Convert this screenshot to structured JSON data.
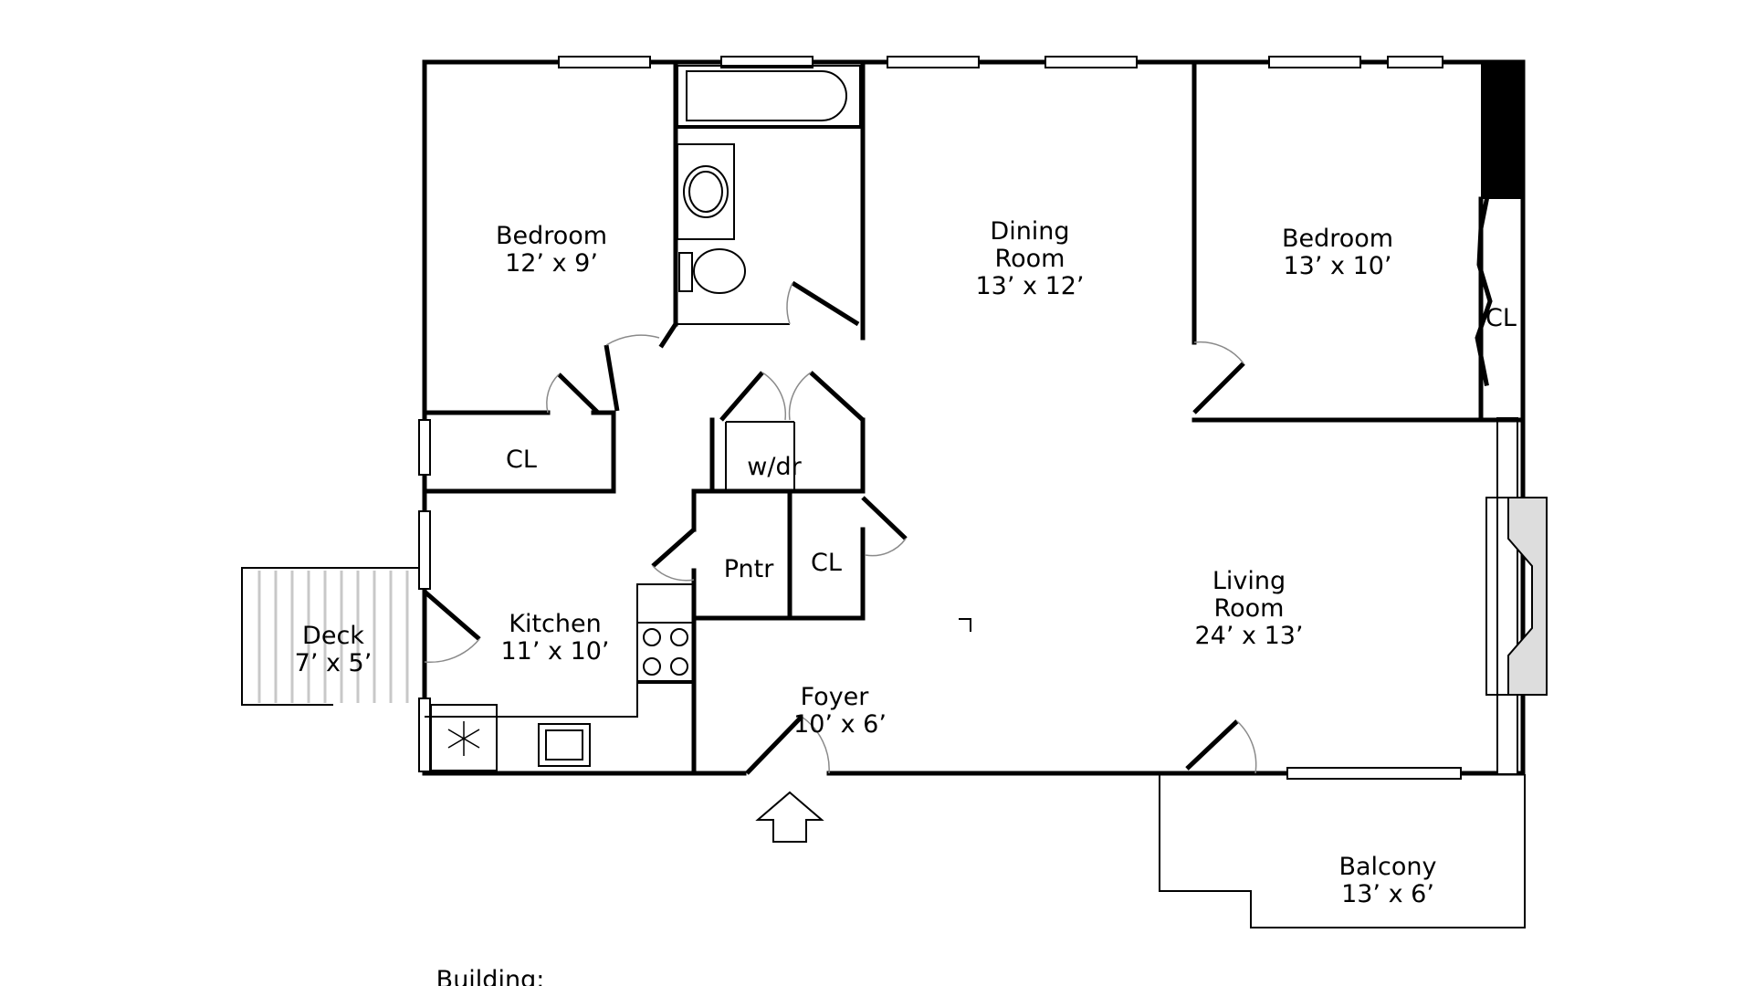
{
  "rooms": {
    "bedroom1": {
      "name": "Bedroom",
      "size": "12’ x 9’"
    },
    "dining": {
      "name1": "Dining",
      "name2": "Room",
      "size": "13’ x 12’"
    },
    "bedroom2": {
      "name": "Bedroom",
      "size": "13’ x 10’"
    },
    "closet_left": {
      "name": "CL"
    },
    "closet_right": {
      "name": "CL"
    },
    "laundry": {
      "name": "w/dr"
    },
    "pantry": {
      "name": "Pntr"
    },
    "closet_mid": {
      "name": "CL"
    },
    "kitchen": {
      "name": "Kitchen",
      "size": "11’ x 10’"
    },
    "deck": {
      "name": "Deck",
      "size": "7’ x 5’"
    },
    "living": {
      "name1": "Living",
      "name2": "Room",
      "size": "24’ x 13’"
    },
    "foyer": {
      "name": "Foyer",
      "size": "10’ x 6’"
    },
    "balcony": {
      "name": "Balcony",
      "size": "13’ x 6’"
    }
  },
  "footer": {
    "building_label": "Building:"
  },
  "icons": {
    "entrance": "arrow-up-icon",
    "freezer": "snowflake-icon"
  }
}
